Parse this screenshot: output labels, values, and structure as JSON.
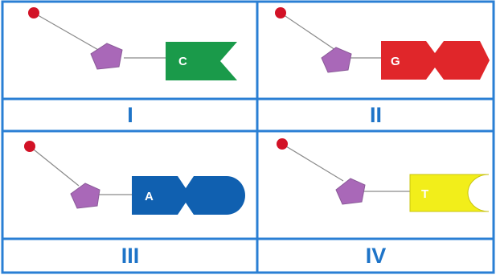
{
  "panels": [
    {
      "id": "I",
      "label": "I",
      "base_letter": "C",
      "base_color": "#1a9a4a",
      "letter_color": "#ffffff"
    },
    {
      "id": "II",
      "label": "II",
      "base_letter": "G",
      "base_color": "#e0262a",
      "letter_color": "#ffffff"
    },
    {
      "id": "III",
      "label": "III",
      "base_letter": "A",
      "base_color": "#1060b0",
      "letter_color": "#ffffff"
    },
    {
      "id": "IV",
      "label": "IV",
      "base_letter": "T",
      "base_color": "#f2ee1a",
      "letter_color": "#ffffff"
    }
  ],
  "colors": {
    "grid": "#2a7fd4",
    "phosphate": "#d21226",
    "sugar": "#a968b8",
    "label": "#1e74c8"
  }
}
